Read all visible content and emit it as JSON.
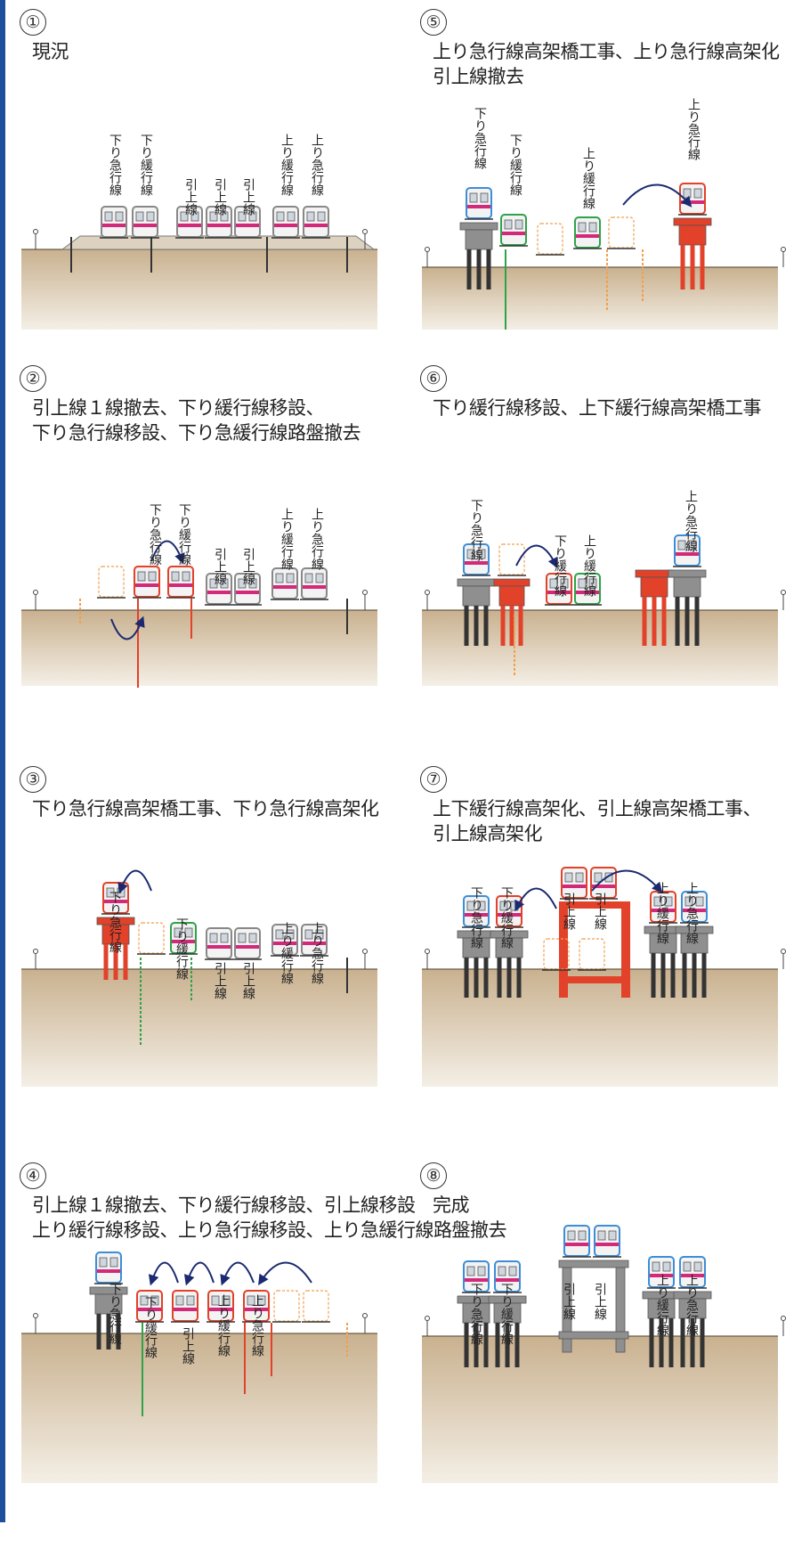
{
  "colors": {
    "ground_top": "#c9b18f",
    "ground_bottom": "#f4efe6",
    "pier_gray": "#8f8f8f",
    "red_structure": "#e2412a",
    "orange_removed": "#f0a050",
    "green_move": "#2fa24a",
    "blue_train": "#3d8ed6",
    "arrow_navy": "#1b2a70",
    "stripe_pink": "#d3297a"
  },
  "panels": [
    {
      "number": "①",
      "caption": "現況",
      "labels": [
        "下り急行線",
        "下り緩行線",
        "引上線",
        "引上線",
        "引上線",
        "上り緩行線",
        "上り急行線"
      ]
    },
    {
      "number": "②",
      "caption": "引上線１線撤去、下り緩行線移設、\n下り急行線移設、下り急緩行線路盤撤去",
      "labels": [
        "下り急行線",
        "下り緩行線",
        "引上線",
        "引上線",
        "上り緩行線",
        "上り急行線"
      ]
    },
    {
      "number": "③",
      "caption": "下り急行線高架橋工事、下り急行線高架化",
      "labels": [
        "下り急行線",
        "下り緩行線",
        "引上線",
        "引上線",
        "上り緩行線",
        "上り急行線"
      ]
    },
    {
      "number": "④",
      "caption": "引上線１線撤去、下り緩行線移設、引上線移設\n上り緩行線移設、上り急行線移設、上り急緩行線路盤撤去",
      "labels": [
        "下り急行線",
        "下り緩行線",
        "引上線",
        "上り緩行線",
        "上り急行線"
      ]
    },
    {
      "number": "⑤",
      "caption": "上り急行線高架橋工事、上り急行線高架化\n引上線撤去",
      "labels": [
        "下り急行線",
        "下り緩行線",
        "上り緩行線",
        "上り急行線"
      ]
    },
    {
      "number": "⑥",
      "caption": "下り緩行線移設、上下緩行線高架橋工事",
      "labels": [
        "下り急行線",
        "下り緩行線",
        "上り緩行線",
        "上り急行線"
      ]
    },
    {
      "number": "⑦",
      "caption": "上下緩行線高架化、引上線高架橋工事、\n引上線高架化",
      "labels": [
        "下り急行線",
        "下り緩行線",
        "引上線",
        "引上線",
        "上り緩行線",
        "上り急行線"
      ]
    },
    {
      "number": "⑧",
      "caption": "完成",
      "labels": [
        "下り急行線",
        "下り緩行線",
        "引上線",
        "引上線",
        "上り緩行線",
        "上り急行線"
      ]
    }
  ]
}
